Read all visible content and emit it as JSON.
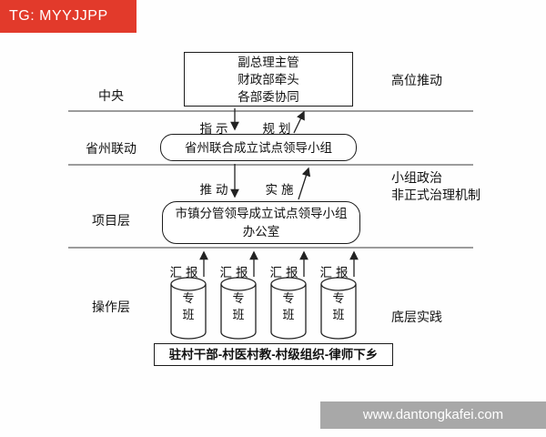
{
  "banners": {
    "tg": {
      "text": "TG: MYYJJPP",
      "bg": "#e23a2b",
      "fg": "#ffffff"
    },
    "site": {
      "text": "www.dantongkafei.com",
      "bg": "#a8a8a8",
      "fg": "#ffffff"
    }
  },
  "layers": {
    "left": [
      "中央",
      "省州联动",
      "项目层",
      "操作层"
    ],
    "right": {
      "top": "高位推动",
      "mid1": "小组政治",
      "mid2": "非正式治理机制",
      "bottom": "底层实践"
    }
  },
  "nodes": {
    "central": [
      "副总理主管",
      "财政部牵头",
      "各部委协同"
    ],
    "province": "省州联合成立试点领导小组",
    "project": [
      "市镇分管领导成立试点领导小组",
      "办公室"
    ],
    "grassroots": "驻村干部-村医村教-村级组织-律师下乡"
  },
  "arrows": {
    "instruct": "指示",
    "plan": "规划",
    "push": "推动",
    "implement": "实施",
    "report": "汇报"
  },
  "team": {
    "char1": "专",
    "char2": "班"
  },
  "colors": {
    "line": "#3a3a3a",
    "arrow": "#222222",
    "box_border": "#1c1c1c"
  }
}
